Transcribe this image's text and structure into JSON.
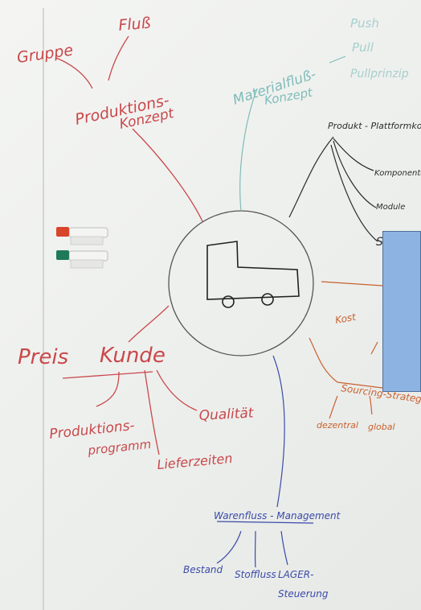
{
  "colors": {
    "red": "#c9484a",
    "teal": "#7fbcb8",
    "black": "#2b2b2b",
    "orange": "#c8612d",
    "blue": "#3a4aa8",
    "overlay": "#8db3e2"
  },
  "labels": {
    "gruppe": "Gruppe",
    "fluss": "Fluß",
    "produktionskonzept_1": "Produktions-",
    "produktionskonzept_2": "Konzept",
    "materialfluss_1": "Materialfluß-",
    "materialfluss_2": "Konzept",
    "push": "Push",
    "pull": "Pull",
    "pullprinzip": "Pullprinzip",
    "produkt_plattform": "Produkt - Plattformkonzept",
    "komponenten": "Komponenten",
    "module": "Module",
    "s": "S",
    "preis": "Preis",
    "kunde": "Kunde",
    "qualitaet": "Qualität",
    "produktionsprogramm_1": "Produktions-",
    "produktionsprogramm_2": "programm",
    "lieferzeiten": "Lieferzeiten",
    "kost": "Kost",
    "sourcing": "Sourcing-Strategie",
    "dezentral": "dezentral",
    "global": "global",
    "warenfluss": "Warenfluss - Management",
    "bestand": "Bestand",
    "stoffluss": "Stoffluss",
    "lager_1": "LAGER-",
    "lager_2": "Steuerung"
  }
}
